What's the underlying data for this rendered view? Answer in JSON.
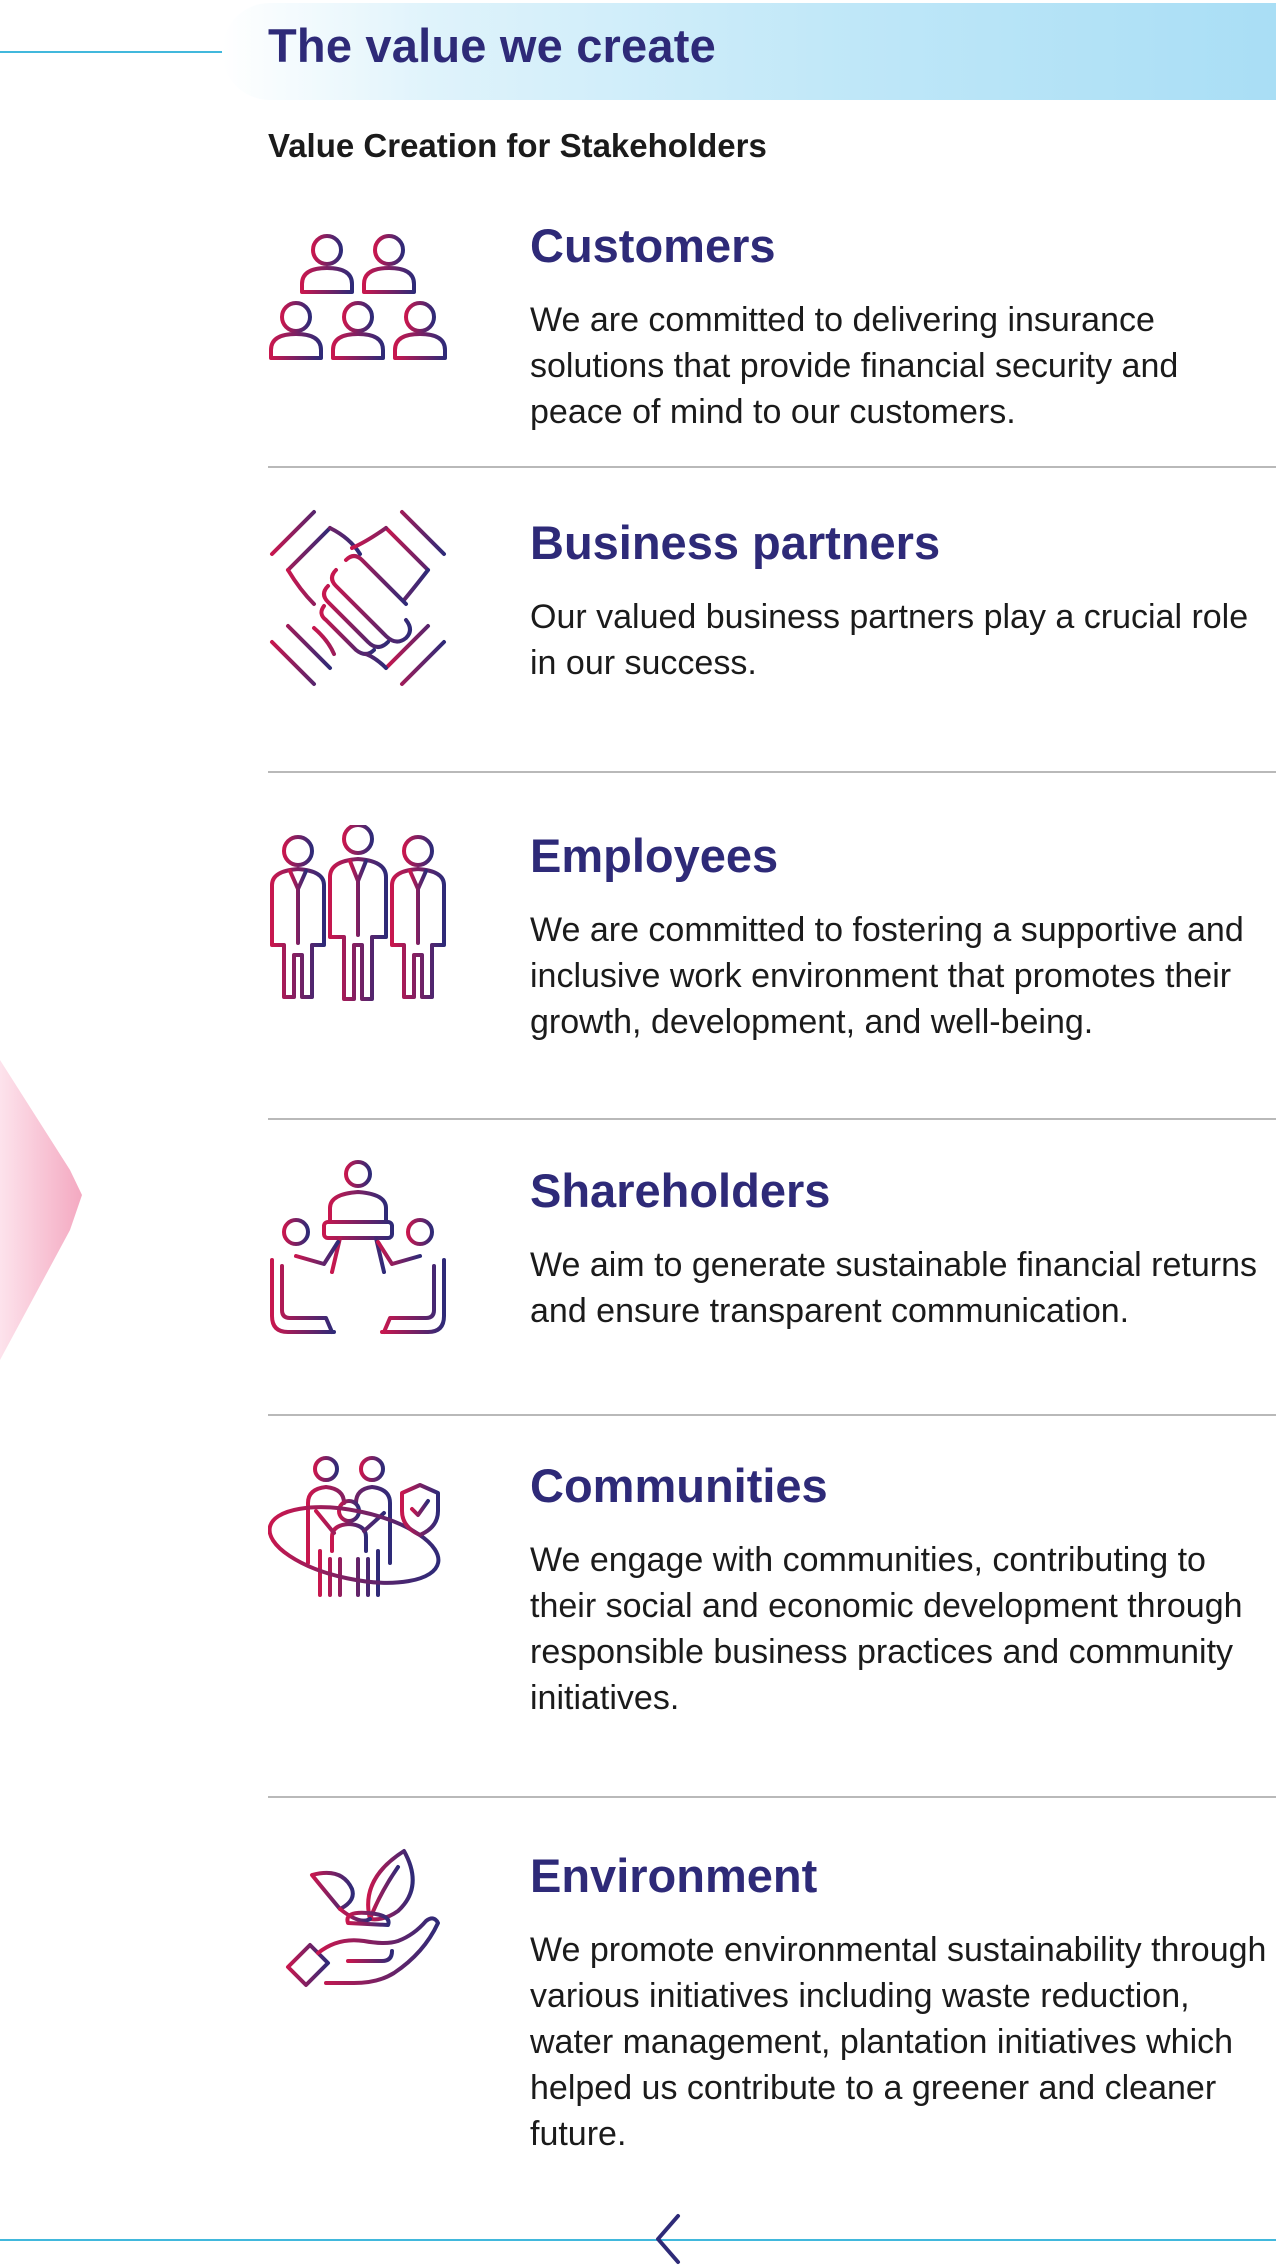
{
  "header": {
    "title": "The value we create"
  },
  "subtitle": "Value Creation for Stakeholders",
  "colors": {
    "heading": "#2e2a78",
    "accent_line": "#41b8dc",
    "icon_start": "#c8174e",
    "icon_end": "#2e2a78"
  },
  "stakeholders": [
    {
      "icon": "customers-group-icon",
      "title": "Customers",
      "description": "We are committed to delivering insurance solutions that provide financial security and peace of mind to our customers."
    },
    {
      "icon": "handshake-partners-icon",
      "title": "Business partners",
      "description": "Our valued business partners play a crucial role in our success."
    },
    {
      "icon": "employees-icon",
      "title": "Employees",
      "description": "We are committed to fostering a supportive and inclusive work environment that promotes their growth, development, and well-being."
    },
    {
      "icon": "meeting-table-icon",
      "title": "Shareholders",
      "description": "We aim to generate sustainable financial returns and ensure transparent communication."
    },
    {
      "icon": "family-shield-icon",
      "title": "Communities",
      "description": "We engage with communities, contributing to their social and economic development through responsible business practices and community initiatives."
    },
    {
      "icon": "hand-plant-icon",
      "title": "Environment",
      "description": "We promote environmental sustainability through various initiatives including waste reduction, water management, plantation initiatives which helped us contribute to a greener and cleaner future."
    }
  ],
  "navigation": {
    "back_icon": "chevron-left-icon"
  }
}
